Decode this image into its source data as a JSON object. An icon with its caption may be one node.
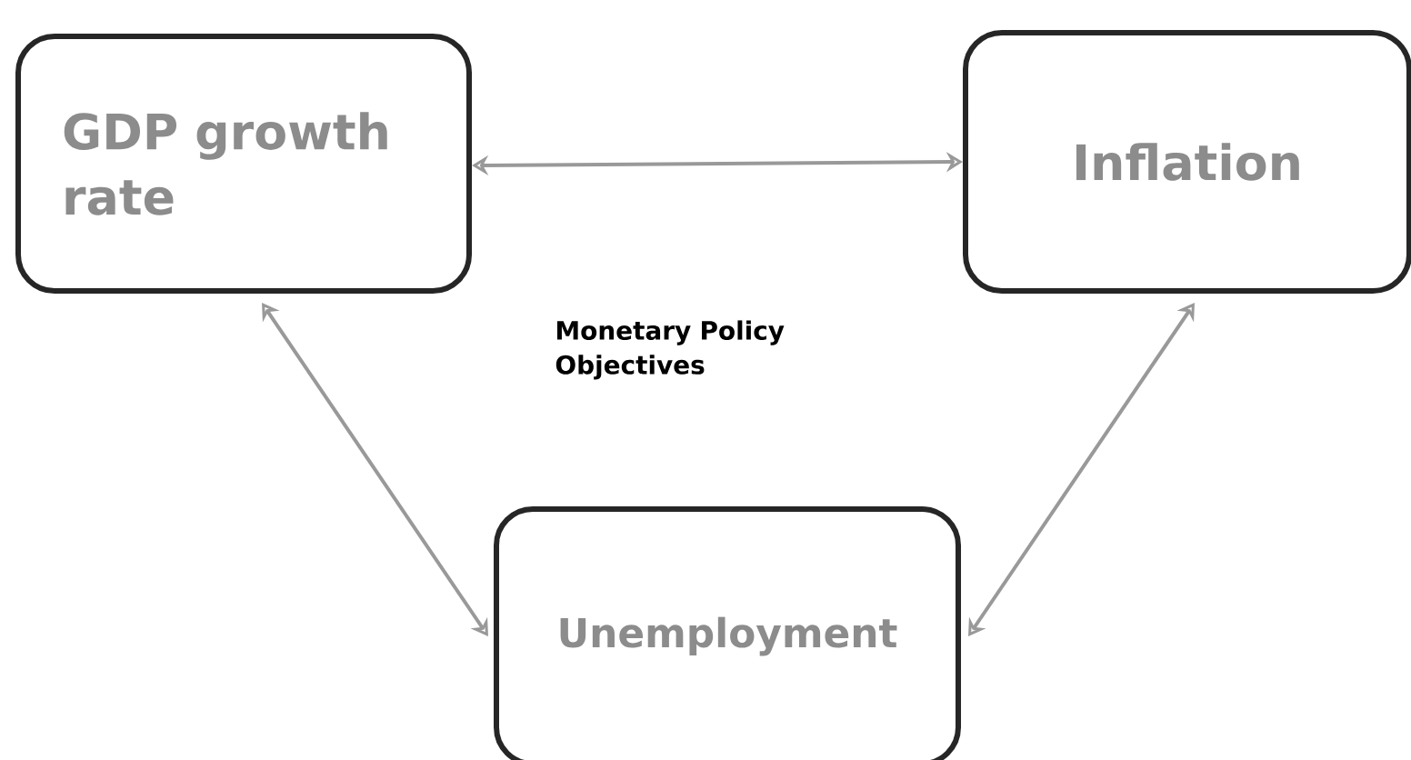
{
  "diagram": {
    "nodes": [
      {
        "text": [
          "GDP growth rate"
        ]
      },
      {
        "text": [
          "Inflation"
        ]
      },
      {
        "text": [
          "Unemployment"
        ]
      }
    ],
    "edges": [
      {
        "from": 0,
        "to": 1,
        "arrow": "both"
      },
      {
        "from": 0,
        "to": 2,
        "arrow": "both"
      },
      {
        "from": 1,
        "to": 2,
        "arrow": "both"
      }
    ],
    "labels": [
      "Monetary Policy Objectives"
    ]
  }
}
